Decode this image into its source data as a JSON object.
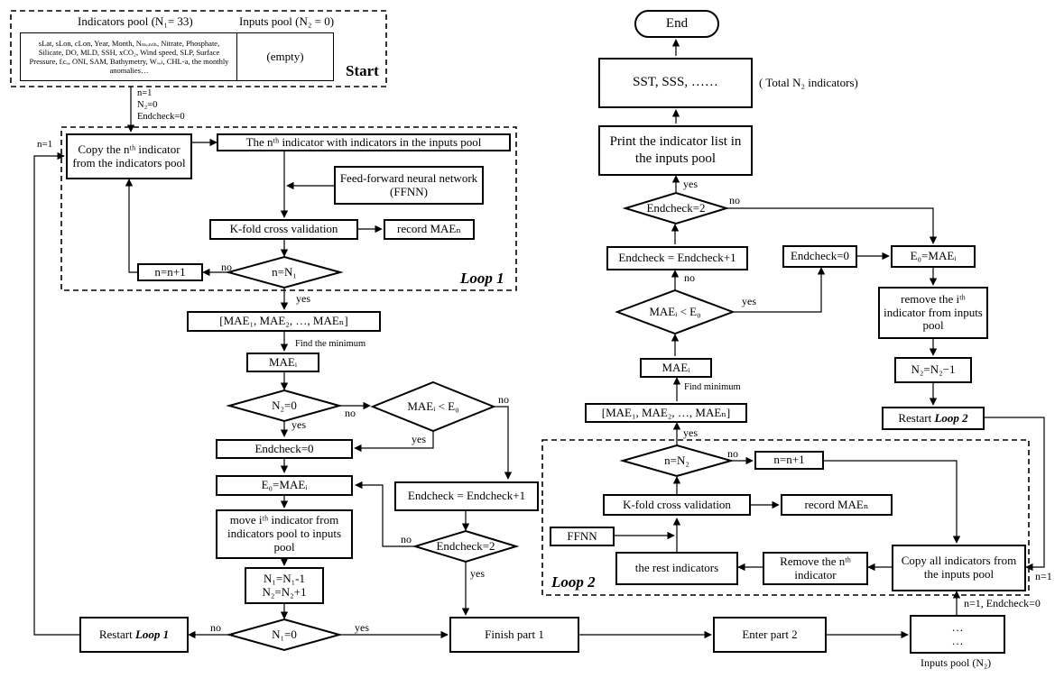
{
  "start": {
    "indicators_pool_header": "Indicators pool (N₁= 33)",
    "inputs_pool_header": "Inputs pool (N₂ = 0)",
    "indicators_list": "sLat, sLon, cLon, Year, Month, Nₘₒₙₜₕ, Nitrate, Phosphate, Silicate, DO, MLD, SSH, xCO₂, Wind speed, SLP, Surface Pressure, fᵢcₑ, ONI, SAM, Bathymetry, Wᵥₑₗ, CHL-a, the monthly anomalies…",
    "inputs_empty": "(empty)",
    "start_label": "Start",
    "init_n": "n=1",
    "init_n2": "N₂=0",
    "init_endcheck": "Endcheck=0"
  },
  "part1": {
    "loop_label": "Loop 1",
    "restart_loop_prefix": "Restart ",
    "restart_loop_name": "Loop 1",
    "copy_nth": "Copy the nᵗʰ indicator from the indicators pool",
    "nth_with_inputs": "The nᵗʰ indicator with indicators in the inputs pool",
    "ffnn": "Feed-forward neural network (FFNN)",
    "kfold": "K-fold cross validation",
    "record_mae": "record MAEₙ",
    "n_eq_n1": "n=N₁",
    "n_inc": "n=n+1",
    "mae_list": "[MAE₁, MAE₂, …, MAEₙ]",
    "find_min": "Find the minimum",
    "mae_i": "MAEᵢ",
    "n2_zero": "N₂=0",
    "mae_lt_e0": "MAEᵢ < E₀",
    "endcheck_zero": "Endcheck=0",
    "e0_mae": "E₀=MAEᵢ",
    "move_ith": "move iᵗʰ indicator from indicators pool to inputs pool",
    "n_update_1": "N₁=N₁-1",
    "n_update_2": "N₂=N₂+1",
    "endcheck_inc": "Endcheck = Endcheck+1",
    "endcheck_two": "Endcheck=2",
    "n1_zero": "N₁=0",
    "finish": "Finish part 1",
    "enter": "Enter  part 2",
    "inputs_pool_dots": "…",
    "inputs_pool_label": "Inputs pool (N₂)",
    "reset_label": "n=1, Endcheck=0",
    "loop_n1": "n=1"
  },
  "part2": {
    "end": "End",
    "sst": "SST, SSS, ……",
    "total_note": "( Total N₂ indicators)",
    "print_list": "Print the indicator list in the inputs pool",
    "endcheck_two": "Endcheck=2",
    "endcheck_inc": "Endcheck = Endcheck+1",
    "mae_lt_e0": "MAEᵢ < E₀",
    "mae_i": "MAEᵢ",
    "find_min": "Find minimum",
    "mae_list": "[MAE₁, MAE₂, …, MAEₙ]",
    "endcheck_zero": "Endcheck=0",
    "e0_mae": "E₀=MAEᵢ",
    "remove_ith": "remove the iᵗʰ indicator from inputs pool",
    "n2_dec": "N₂=N₂−1",
    "restart_loop_prefix": "Restart ",
    "restart_loop_name": "Loop 2",
    "loop_label": "Loop 2",
    "n_eq_n2": "n=N₂",
    "n_inc": "n=n+1",
    "kfold": "K-fold cross validation",
    "record_mae": "record MAEₙ",
    "ffnn": "FFNN",
    "rest": "the rest indicators",
    "remove_nth": "Remove the nᵗʰ indicator",
    "copy_all": "Copy all indicators from the inputs pool",
    "loop_n1": "n=1"
  },
  "edge_labels": {
    "yes": "yes",
    "no": "no"
  }
}
